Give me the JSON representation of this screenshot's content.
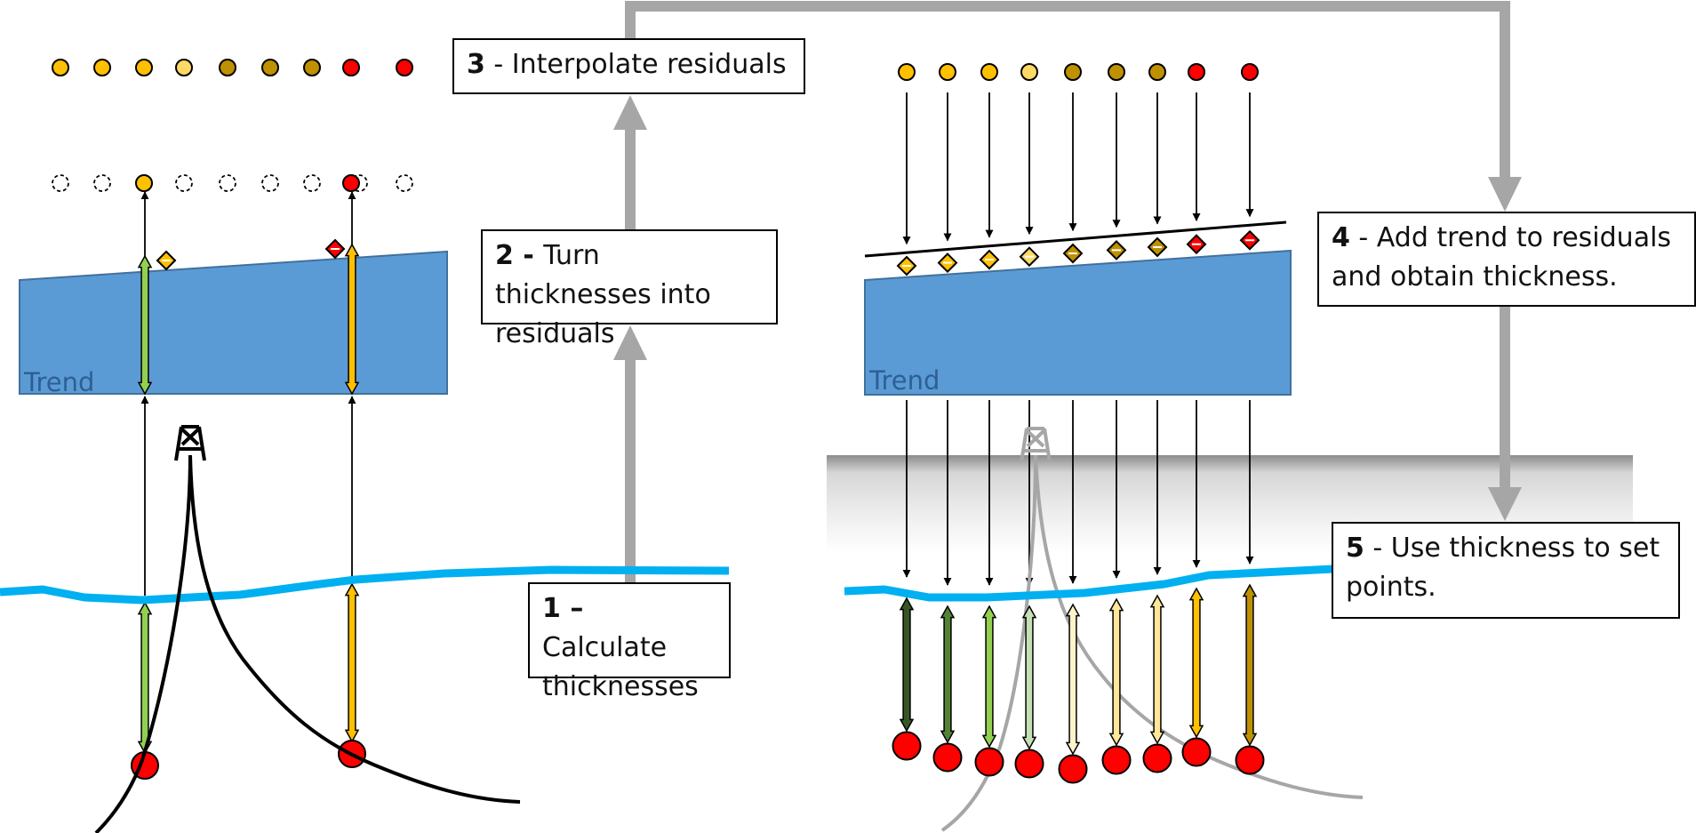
{
  "diagram": {
    "steps": [
      {
        "number": "1",
        "separator": " – ",
        "text": "Calculate thicknesses"
      },
      {
        "number": "2",
        "separator": " - ",
        "text": "Turn thicknesses into residuals"
      },
      {
        "number": "3",
        "separator": " - ",
        "text": "Interpolate residuals"
      },
      {
        "number": "4",
        "separator": " - ",
        "text": "Add trend to residuals and obtain thickness."
      },
      {
        "number": "5",
        "separator": " - ",
        "text": "Use thickness to set points."
      }
    ],
    "trend_label": "Trend",
    "colors": {
      "trend_fill": "#5b9bd5",
      "trend_border": "#41719c",
      "trend_text": "#2e5f94",
      "horizon": "#00b0f0",
      "flow_arrow": "#a6a6a6",
      "well": "#000000",
      "well_ghost": "#a6a6a6",
      "point": "#ff0000"
    },
    "residual_colors": [
      "#ffc000",
      "#ffc000",
      "#ffc000",
      "#ffd966",
      "#bf9000",
      "#bf9000",
      "#bf9000",
      "#ff0000",
      "#ff0000"
    ],
    "left_panel": {
      "known_residual_indices": [
        2,
        7
      ],
      "well_thickness_colors": [
        "#92d050",
        "#ffc000"
      ]
    },
    "right_panel": {
      "thickness_colors": [
        "#375623",
        "#548235",
        "#92d050",
        "#c5e0b4",
        "#fff2cc",
        "#ffe699",
        "#ffe699",
        "#ffc000",
        "#bf9000"
      ]
    },
    "icons": {
      "well_derrick": "oil-derrick-icon",
      "well_derrick_ghost": "oil-derrick-ghost-icon"
    }
  }
}
